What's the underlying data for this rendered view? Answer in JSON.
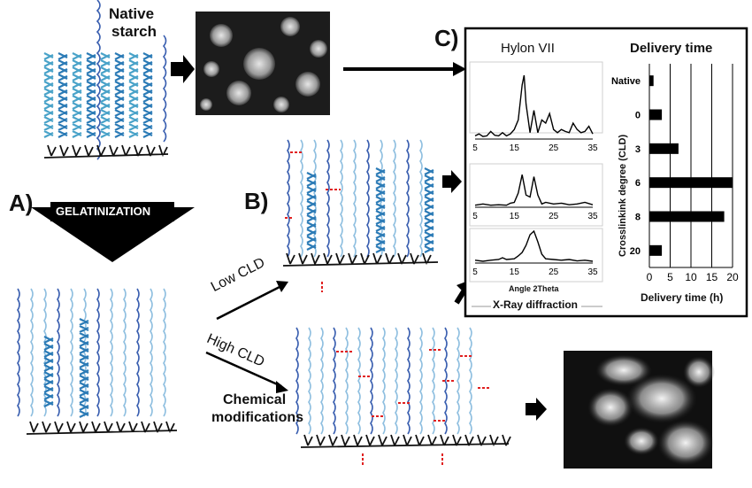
{
  "labels": {
    "native_starch_line1": "Native",
    "native_starch_line2": "starch",
    "panel_a": "A)",
    "panel_b": "B)",
    "panel_c": "C)",
    "gelatinization": "GELATINIZATION",
    "low_cld": "Low CLD",
    "high_cld": "High CLD",
    "chem_mod_line1": "Chemical",
    "chem_mod_line2": "modifications"
  },
  "xrd": {
    "title": "Hylon VII",
    "xlabel": "Angle 2Theta",
    "caption": "X-Ray diffraction",
    "ticks": [
      "5",
      "15",
      "25",
      "35"
    ]
  },
  "delivery": {
    "title": "Delivery time",
    "ylabel": "Crosslinkink degree (CLD)",
    "xlabel": "Delivery time (h)",
    "xticks": [
      "0",
      "5",
      "10",
      "15",
      "20"
    ]
  },
  "chart_data": [
    {
      "type": "line",
      "title": "Hylon VII",
      "xlabel": "Angle 2Theta",
      "xlim": [
        5,
        35
      ],
      "series": [
        {
          "x": [
            5,
            6,
            7,
            8,
            9,
            10,
            11,
            12,
            13,
            14,
            15,
            16,
            17,
            17.5,
            18,
            19,
            20,
            21,
            22,
            23,
            24,
            25,
            26,
            27,
            28,
            29,
            30,
            31,
            32,
            33,
            34,
            35
          ],
          "y": [
            0.05,
            0.08,
            0.04,
            0.05,
            0.12,
            0.06,
            0.05,
            0.1,
            0.05,
            0.08,
            0.15,
            0.3,
            0.85,
            1.0,
            0.55,
            0.1,
            0.45,
            0.1,
            0.3,
            0.25,
            0.4,
            0.15,
            0.1,
            0.15,
            0.12,
            0.1,
            0.25,
            0.15,
            0.1,
            0.12,
            0.2,
            0.08
          ]
        }
      ]
    },
    {
      "type": "line",
      "xlim": [
        5,
        35
      ],
      "series": [
        {
          "x": [
            5,
            7,
            9,
            11,
            13,
            14,
            15,
            16,
            17,
            18,
            19,
            20,
            21,
            22,
            23,
            25,
            27,
            29,
            31,
            33,
            35
          ],
          "y": [
            0.05,
            0.08,
            0.05,
            0.06,
            0.05,
            0.1,
            0.12,
            0.35,
            0.8,
            0.3,
            0.25,
            0.75,
            0.3,
            0.08,
            0.12,
            0.08,
            0.1,
            0.06,
            0.08,
            0.12,
            0.06
          ]
        }
      ]
    },
    {
      "type": "line",
      "xlabel": "Angle 2Theta",
      "xlim": [
        5,
        35
      ],
      "series": [
        {
          "x": [
            5,
            7,
            9,
            11,
            12,
            13,
            15,
            16,
            17,
            18,
            19,
            20,
            21,
            22,
            23,
            25,
            27,
            29,
            31,
            33,
            35
          ],
          "y": [
            0.08,
            0.05,
            0.08,
            0.1,
            0.15,
            0.1,
            0.12,
            0.2,
            0.3,
            0.5,
            0.8,
            0.9,
            0.6,
            0.25,
            0.12,
            0.1,
            0.08,
            0.1,
            0.06,
            0.08,
            0.05
          ]
        }
      ]
    },
    {
      "type": "bar",
      "orientation": "horizontal",
      "title": "Delivery time",
      "xlabel": "Delivery time (h)",
      "ylabel": "Crosslinkink degree (CLD)",
      "categories": [
        "Native",
        "0",
        "3",
        "6",
        "8",
        "20"
      ],
      "values": [
        1,
        3,
        7,
        20,
        18,
        3
      ],
      "xlim": [
        0,
        20
      ],
      "bar_color": "#000000"
    }
  ]
}
